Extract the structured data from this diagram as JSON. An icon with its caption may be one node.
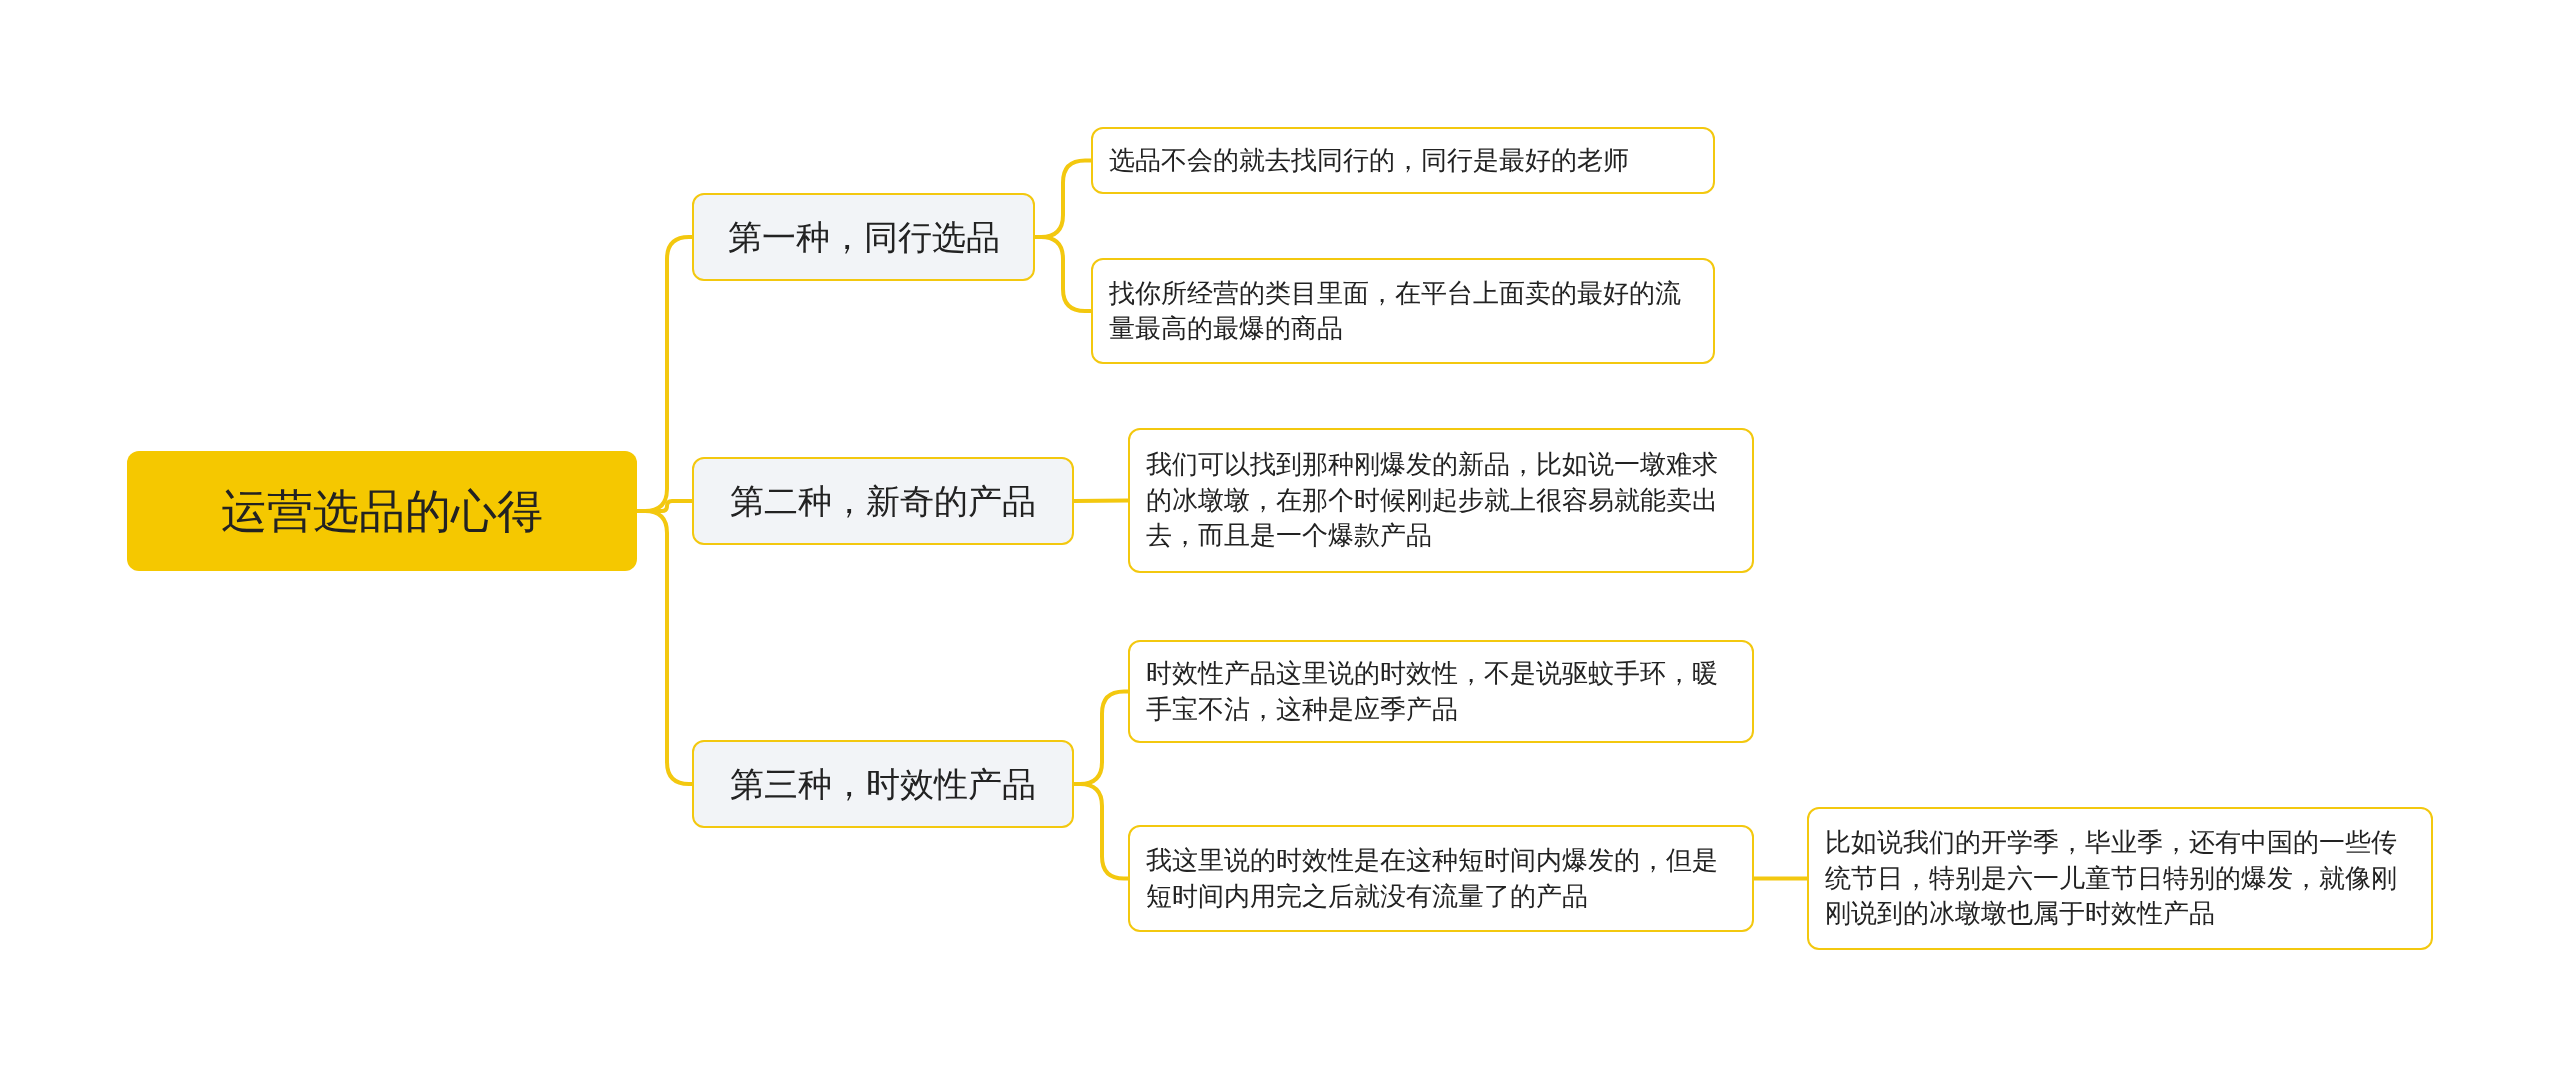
{
  "diagram": {
    "nodes": [
      {
        "text": [
          "运营选品的心得"
        ]
      },
      {
        "text": [
          "第一种，同行选品"
        ]
      },
      {
        "text": [
          "选品不会的就去找同行的，同行是最好的老师"
        ]
      },
      {
        "text": [
          "找你所经营的类目里面，在平台上面卖的最好的流量最高的最爆的商品"
        ]
      },
      {
        "text": [
          "第二种，新奇的产品"
        ]
      },
      {
        "text": [
          "我们可以找到那种刚爆发的新品，比如说一墩难求的冰墩墩，在那个时候刚起步就上很容易就能卖出去，而且是一个爆款产品"
        ]
      },
      {
        "text": [
          "第三种，时效性产品"
        ]
      },
      {
        "text": [
          "时效性产品这里说的时效性，不是说驱蚊手环，暖手宝不沾，这种是应季产品"
        ]
      },
      {
        "text": [
          "我这里说的时效性是在这种短时间内爆发的，但是短时间内用完之后就没有流量了的产品"
        ]
      },
      {
        "text": [
          "比如说我们的开学季，毕业季，还有中国的一些传统节日，特别是六一儿童节日特别的爆发，就像刚刚说到的冰墩墩也属于时效性产品"
        ]
      }
    ],
    "edges": [
      {
        "from": 0,
        "to": 1,
        "arrow": "none"
      },
      {
        "from": 0,
        "to": 4,
        "arrow": "none"
      },
      {
        "from": 0,
        "to": 6,
        "arrow": "none"
      },
      {
        "from": 1,
        "to": 2,
        "arrow": "none"
      },
      {
        "from": 1,
        "to": 3,
        "arrow": "none"
      },
      {
        "from": 4,
        "to": 5,
        "arrow": "none"
      },
      {
        "from": 6,
        "to": 7,
        "arrow": "none"
      },
      {
        "from": 6,
        "to": 8,
        "arrow": "none"
      },
      {
        "from": 8,
        "to": 9,
        "arrow": "none"
      }
    ]
  }
}
